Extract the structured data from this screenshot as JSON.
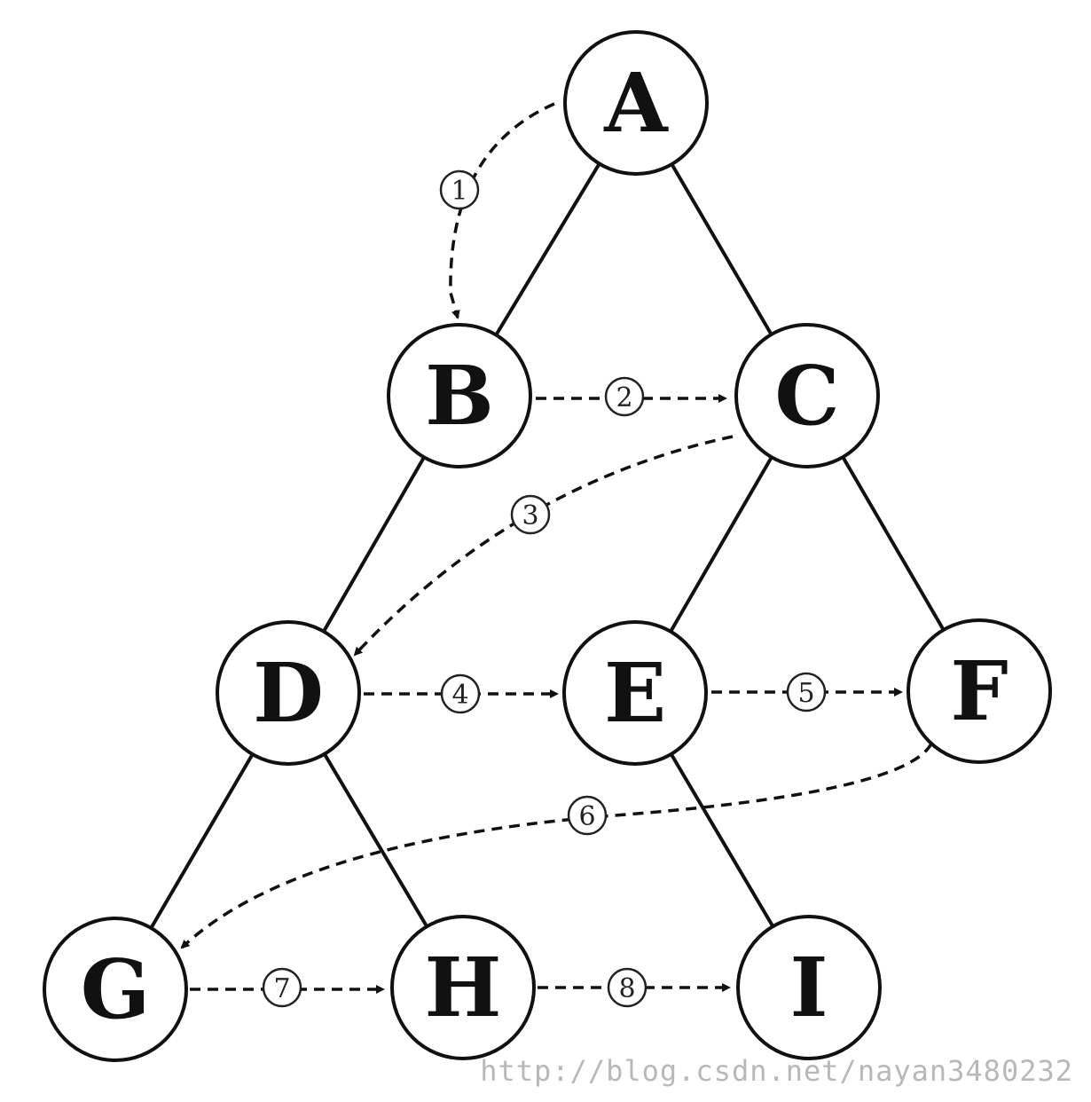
{
  "nodes": [
    {
      "id": "A",
      "label": "A"
    },
    {
      "id": "B",
      "label": "B"
    },
    {
      "id": "C",
      "label": "C"
    },
    {
      "id": "D",
      "label": "D"
    },
    {
      "id": "E",
      "label": "E"
    },
    {
      "id": "F",
      "label": "F"
    },
    {
      "id": "G",
      "label": "G"
    },
    {
      "id": "H",
      "label": "H"
    },
    {
      "id": "I",
      "label": "I"
    }
  ],
  "edges": [
    {
      "from": "A",
      "to": "B"
    },
    {
      "from": "A",
      "to": "C"
    },
    {
      "from": "B",
      "to": "D"
    },
    {
      "from": "C",
      "to": "E"
    },
    {
      "from": "C",
      "to": "F"
    },
    {
      "from": "D",
      "to": "G"
    },
    {
      "from": "D",
      "to": "H"
    },
    {
      "from": "E",
      "to": "I"
    }
  ],
  "traversal": [
    {
      "step": "1",
      "from": "A",
      "to": "B"
    },
    {
      "step": "2",
      "from": "B",
      "to": "C"
    },
    {
      "step": "3",
      "from": "C",
      "to": "D"
    },
    {
      "step": "4",
      "from": "D",
      "to": "E"
    },
    {
      "step": "5",
      "from": "E",
      "to": "F"
    },
    {
      "step": "6",
      "from": "F",
      "to": "G"
    },
    {
      "step": "7",
      "from": "G",
      "to": "H"
    },
    {
      "step": "8",
      "from": "H",
      "to": "I"
    }
  ],
  "watermark": "http://blog.csdn.net/nayan3480232"
}
